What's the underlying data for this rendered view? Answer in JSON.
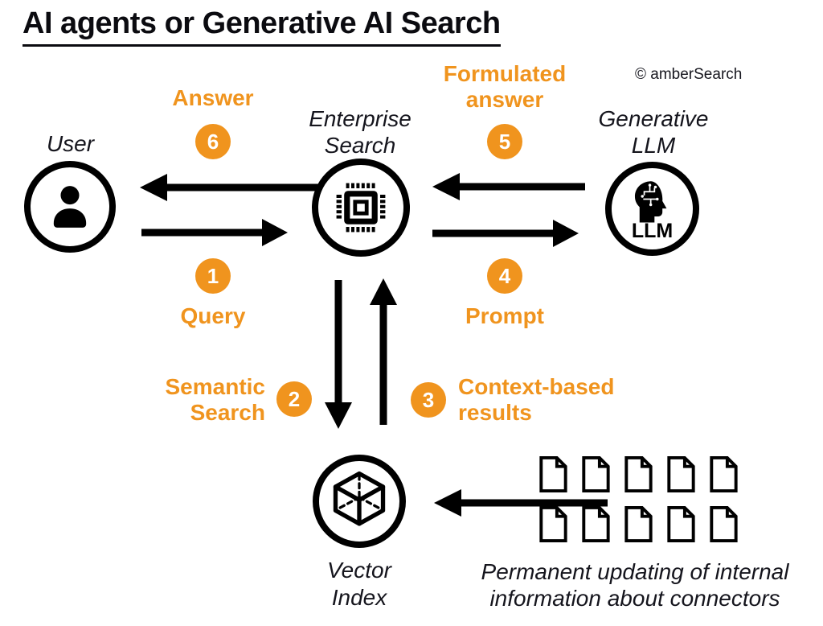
{
  "title": "AI agents or Generative AI Search",
  "copyright": "© amberSearch",
  "colors": {
    "accent": "#F0941E",
    "ink": "#111118"
  },
  "nodes": {
    "user": {
      "label": "User"
    },
    "enterprise_search": {
      "label_line1": "Enterprise",
      "label_line2": "Search"
    },
    "generative_llm": {
      "label_line1": "Generative",
      "label_line2": "LLM",
      "icon_caption": "LLM"
    },
    "vector_index": {
      "label_line1": "Vector",
      "label_line2": "Index"
    },
    "documents": {
      "caption_line1": "Permanent updating of internal",
      "caption_line2": "information about connectors",
      "count": 10
    }
  },
  "steps": [
    {
      "number": "1",
      "label": "Query"
    },
    {
      "number": "2",
      "label_line1": "Semantic",
      "label_line2": "Search"
    },
    {
      "number": "3",
      "label_line1": "Context-based",
      "label_line2": "results"
    },
    {
      "number": "4",
      "label": "Prompt"
    },
    {
      "number": "5",
      "label_line1": "Formulated",
      "label_line2": "answer"
    },
    {
      "number": "6",
      "label": "Answer"
    }
  ]
}
